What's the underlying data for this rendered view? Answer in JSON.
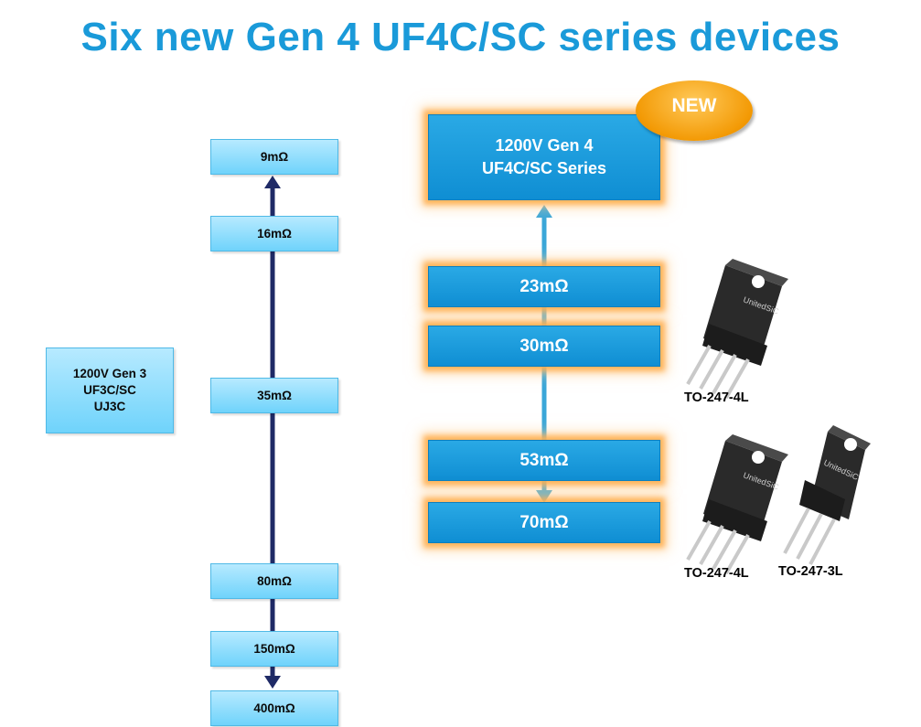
{
  "title": "Six new Gen 4 UF4C/SC series devices",
  "gen3": {
    "label_lines": [
      "1200V Gen 3",
      "UF3C/SC",
      "UJ3C"
    ],
    "rdson": [
      "9mΩ",
      "16mΩ",
      "35mΩ",
      "80mΩ",
      "150mΩ",
      "400mΩ"
    ]
  },
  "gen4": {
    "label_lines": [
      "1200V Gen 4",
      "UF4C/SC Series"
    ],
    "badge": "NEW",
    "rdson": [
      "23mΩ",
      "30mΩ",
      "53mΩ",
      "70mΩ"
    ]
  },
  "packages": {
    "top_4l": "TO-247-4L",
    "bottom_4l": "TO-247-4L",
    "bottom_3l": "TO-247-3L"
  },
  "colors": {
    "title": "#1a9ad9",
    "gen3_box": "#6fd3fb",
    "gen4_box": "#0f8ed3",
    "gen3_arrow": "#1f2a66",
    "gen4_arrow": "#3aa7d9",
    "glow": "#ffaa46",
    "badge": "#f39a05"
  }
}
